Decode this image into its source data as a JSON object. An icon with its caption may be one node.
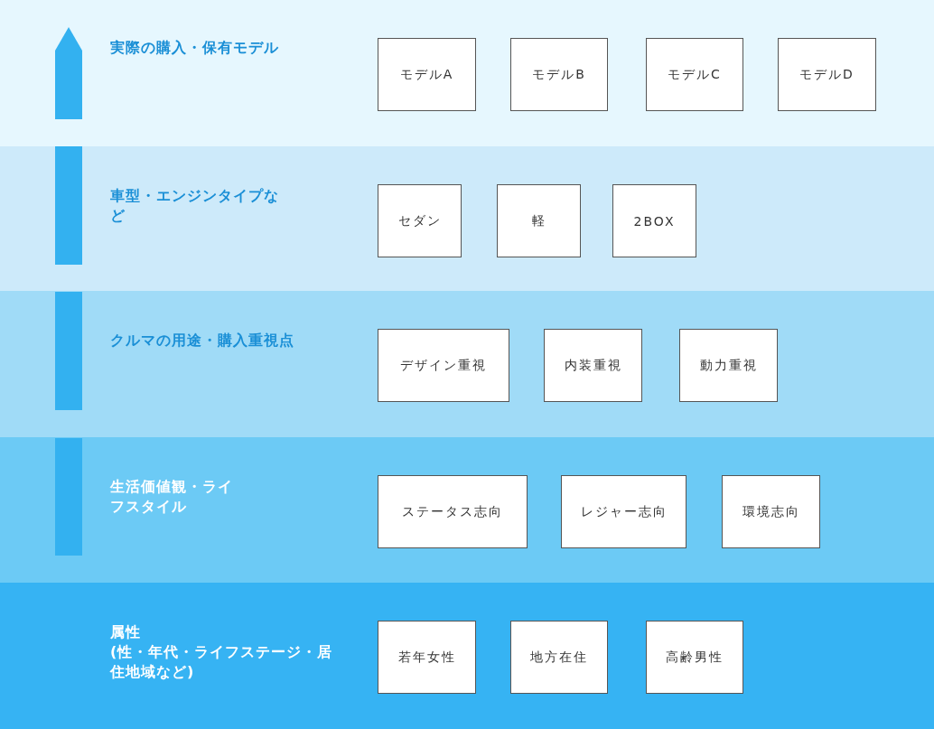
{
  "diagram": {
    "nodes": [
      {
        "text": [
          "実際の購入・保有モデル"
        ]
      },
      {
        "text": [
          "モデルA"
        ],
        "in": 0
      },
      {
        "text": [
          "モデルB"
        ],
        "in": 0
      },
      {
        "text": [
          "モデルC"
        ],
        "in": 0
      },
      {
        "text": [
          "モデルD"
        ],
        "in": 0
      },
      {
        "text": [
          "車型・エンジンタイプなど"
        ]
      },
      {
        "text": [
          "セダン"
        ],
        "in": 5
      },
      {
        "text": [
          "軽"
        ],
        "in": 5
      },
      {
        "text": [
          "2BOX"
        ],
        "in": 5
      },
      {
        "text": [
          "クルマの用途・購入重視点"
        ]
      },
      {
        "text": [
          "デザイン重視"
        ],
        "in": 9
      },
      {
        "text": [
          "内装重視"
        ],
        "in": 9
      },
      {
        "text": [
          "動力重視"
        ],
        "in": 9
      },
      {
        "text": [
          "生活価値観・ライフスタイル"
        ]
      },
      {
        "text": [
          "ステータス志向"
        ],
        "in": 13
      },
      {
        "text": [
          "レジャー志向"
        ],
        "in": 13
      },
      {
        "text": [
          "環境志向"
        ],
        "in": 13
      },
      {
        "text": [
          "属性",
          "(性・年代・ライフステージ・居住地域など)"
        ]
      },
      {
        "text": [
          "若年女性"
        ],
        "in": 17
      },
      {
        "text": [
          "地方在住"
        ],
        "in": 17
      },
      {
        "text": [
          "高齢男性"
        ],
        "in": 17
      }
    ]
  }
}
